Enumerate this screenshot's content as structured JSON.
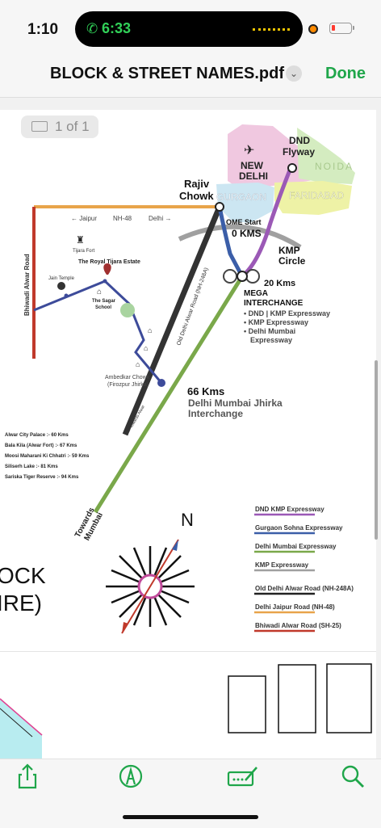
{
  "status_bar": {
    "time": "1:10",
    "call_time": "6:33"
  },
  "nav": {
    "title": "BLOCK & STREET NAMES.pdf",
    "done_label": "Done"
  },
  "page_indicator": "1 of 1",
  "map": {
    "regions": {
      "new_delhi": [
        "NEW",
        "DELHI"
      ],
      "dnd": [
        "DND",
        "Flyway"
      ],
      "noida": "NOIDA",
      "gurgaon": "GURGAON",
      "faridabad": "FARIDABAD"
    },
    "rajiv_chowk": [
      "Rajiv",
      "Chowk"
    ],
    "home_start": "OME Start",
    "zero_kms": "0 KMS",
    "kmp_circle": [
      "KMP",
      "Circle"
    ],
    "twenty_kms": "20 Kms",
    "mega_interchange": [
      "MEGA",
      "INTERCHANGE"
    ],
    "mega_items": [
      "• DND | KMP Expressway",
      "• KMP Expressway",
      "• Delhi Mumbai",
      "Expressway"
    ],
    "nh48_left": "← Jaipur",
    "nh48_mid": "NH-48",
    "nh48_right": "Delhi →",
    "bhiwadi_road": "Bhiwadi Alwar Road",
    "old_delhi_road": "Old Delhi Alwar Road (NH-248A)",
    "tijara_fort": "Tijara Fort",
    "royal_tijara": "The Royal Tijara Estate",
    "jain_temple": "Jain Temple",
    "sagar_school": [
      "The Sagar",
      "School"
    ],
    "ambedkar_chowk": [
      "Ambedkar Chowk",
      "(Firozpur Jhirka)"
    ],
    "towards_alwar": "← Towards Alwar",
    "sixty_six_kms": "66 Kms",
    "jhirka_interchange": [
      "Delhi Mumbai Jhirka",
      "Interchange"
    ],
    "towards_mumbai": [
      "Towards",
      "Mumbai"
    ],
    "distances": [
      "Alwar City Palace :- 60 Kms",
      "Bala Kila (Alwar Fort) :- 67 Kms",
      "Moosi Maharani Ki Chhatri :- 59 Kms",
      "Siliserh Lake :- 81 Kms",
      "Sariska Tiger Reserve :- 94 Kms"
    ],
    "compass_n": "N",
    "left_text": [
      "OCK",
      "IRE)"
    ]
  },
  "legend": [
    {
      "label": "DND KMP Expressway",
      "color": "#9b59b6"
    },
    {
      "label": "Gurgaon Sohna Expressway",
      "color": "#3b5ea8"
    },
    {
      "label": "Delhi Mumbai Expressway",
      "color": "#7aa84a"
    },
    {
      "label": "KMP Expressway",
      "color": "#a0a0a0"
    },
    {
      "label": "Old Delhi Alwar Road (NH-248A)",
      "color": "#222222"
    },
    {
      "label": "Delhi Jaipur Road (NH-48)",
      "color": "#e8a44a"
    },
    {
      "label": "Bhiwadi Alwar Road (SH-25)",
      "color": "#c0392b"
    }
  ],
  "colors": {
    "accent_green": "#1fa64a",
    "new_delhi_region": "#f0c8e0",
    "noida_region": "#d4ecc0",
    "gurgaon_region": "#cce6f2",
    "faridabad_region": "#eef2a6"
  }
}
